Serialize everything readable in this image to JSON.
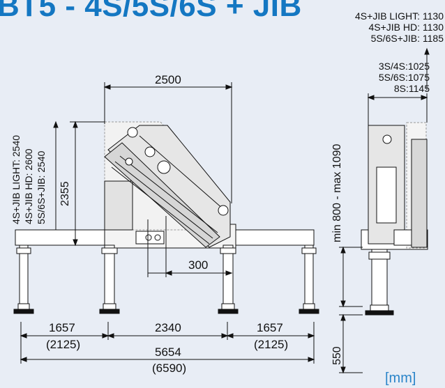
{
  "title": "BT5 - 4S/5S/6S + JIB",
  "unit": "[mm]",
  "top_right_heights": [
    "4S+JIB LIGHT: 1130",
    "4S+JIB HD: 1130",
    "5S/6S+JIB: 1185"
  ],
  "side_widths": [
    "3S/4S:1025",
    "5S/6S:1075",
    "8S:1145"
  ],
  "left_heights": [
    "4S+JIB LIGHT: 2540",
    "4S+JIB HD: 2600",
    "5S/6S+JIB: 2540"
  ],
  "dims": {
    "top_width": "2500",
    "height_2355": "2355",
    "offset_300": "300",
    "left_span": "1657",
    "left_span_alt": "(2125)",
    "center_span": "2340",
    "right_span": "1657",
    "right_span_alt": "(2125)",
    "total_span": "5654",
    "total_span_alt": "(6590)",
    "stabilizer_range": "min 800  -  max 1090",
    "stroke_550": "550"
  }
}
